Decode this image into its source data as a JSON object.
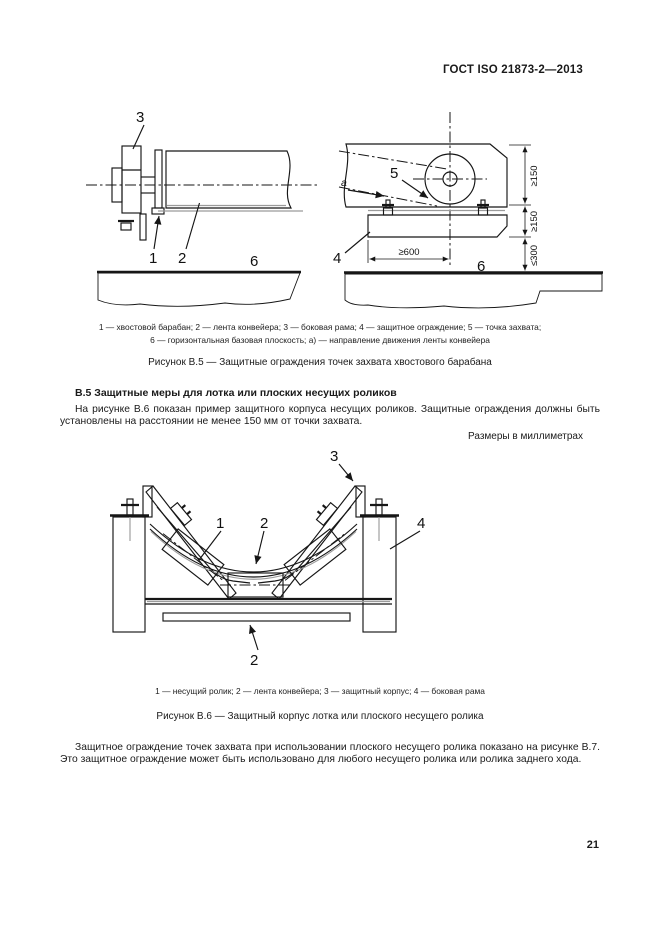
{
  "page": {
    "header": "ГОСТ ISO 21873-2—2013",
    "page_number": "21"
  },
  "figure_b5": {
    "part_labels": {
      "p1": "1",
      "p2": "2",
      "p3": "3",
      "p4": "4",
      "p5": "5",
      "p6": "6",
      "direction": "а"
    },
    "dims": {
      "top": "≥150",
      "mid": "≥150",
      "bottom": "≤300",
      "horizontal": "≥600"
    },
    "caption_line1": "1 — хвостовой барабан; 2 — лента конвейера; 3 — боковая рама; 4 — защитное ограждение; 5 — точка захвата;",
    "caption_line2": "6 — горизонтальная базовая плоскость; а) — направление движения ленты конвейера",
    "title": "Рисунок В.5 — Защитные ограждения точек захвата хвостового барабана"
  },
  "section_b5": {
    "heading": "В.5 Защитные меры для лотка или плоских несущих роликов",
    "paragraph": "На рисунке В.6 показан пример защитного корпуса несущих роликов. Защитные ограждения должны быть установлены на расстоянии не менее 150 мм от точки захвата.",
    "units_note": "Размеры в миллиметрах"
  },
  "figure_b6": {
    "part_labels": {
      "p1": "1",
      "p2_top": "2",
      "p2_bottom": "2",
      "p3": "3",
      "p4": "4"
    },
    "caption": "1 — несущий ролик; 2 — лента конвейера; 3 — защитный корпус; 4 — боковая рама",
    "title": "Рисунок В.6 — Защитный корпус лотка или плоского несущего ролика"
  },
  "closing_paragraph": "Защитное ограждение точек захвата при использовании плоского несущего ролика показано на рисунке В.7. Это защитное ограждение может быть использовано для любого несущего ролика или ролика заднего хода."
}
